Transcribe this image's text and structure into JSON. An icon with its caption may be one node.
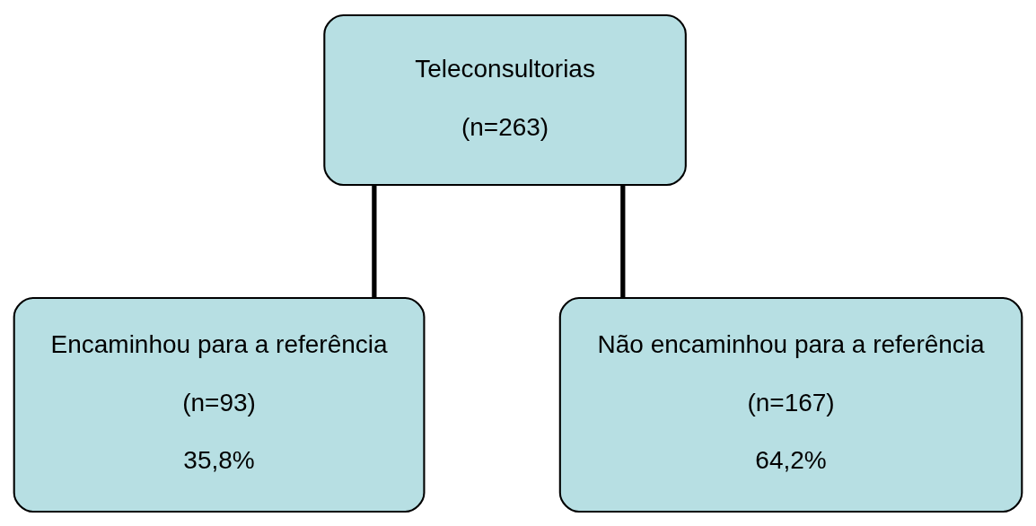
{
  "diagram": {
    "nodes": [
      {
        "text": [
          "Teleconsultorias",
          "(n=263)"
        ]
      },
      {
        "text": [
          "Encaminhou para a referência",
          "(n=93)",
          "35,8%"
        ]
      },
      {
        "text": [
          "Não encaminhou para a referência",
          "(n=167)",
          "64,2%"
        ]
      }
    ],
    "edges": [
      {
        "from": 0,
        "to": 1,
        "arrow": "none"
      },
      {
        "from": 0,
        "to": 2,
        "arrow": "none"
      }
    ]
  }
}
